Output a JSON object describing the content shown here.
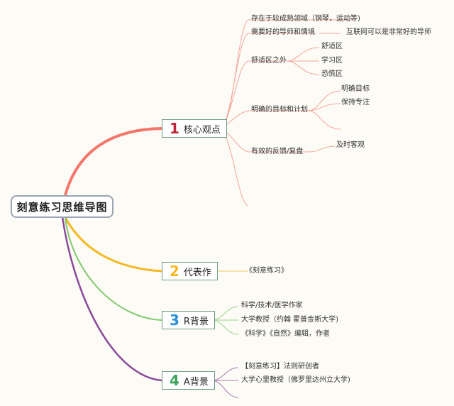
{
  "root": {
    "title": "刻意练习思维导图"
  },
  "branches": [
    {
      "num": "1",
      "label": "核心观点",
      "color": "#f4766a",
      "num_color": "#c0263a"
    },
    {
      "num": "2",
      "label": "代表作",
      "color": "#f5b820",
      "num_color": "#f5b820"
    },
    {
      "num": "3",
      "label": "R背景",
      "color": "#7fc96b",
      "num_color": "#2b8fd6"
    },
    {
      "num": "4",
      "label": "A背景",
      "color": "#8a4a9a",
      "num_color": "#3aa35a"
    }
  ],
  "core": {
    "items": [
      "存在于较成熟领域（钢琴，运动等)",
      "需要好的导师和情境",
      "舒适区之外",
      "明确的目标和计划",
      "有效的反馈/复盘"
    ],
    "mentor_note": "互联网可以是非常好的导师",
    "zones": [
      "舒适区",
      "学习区",
      "恐慌区"
    ],
    "goals": [
      "明确目标",
      "保持专注"
    ],
    "feedback": [
      "及时客观"
    ]
  },
  "representative": {
    "items": [
      "《刻意练习》"
    ]
  },
  "r_background": {
    "items": [
      "科学/技术/医学作家",
      "大学教授（约翰 霍普金斯大学)",
      "《科学》《自然》编辑，作者"
    ]
  },
  "a_background": {
    "items": [
      "【刻意练习】法则研创者",
      "大学心里教授（佛罗里达州立大学)"
    ]
  }
}
